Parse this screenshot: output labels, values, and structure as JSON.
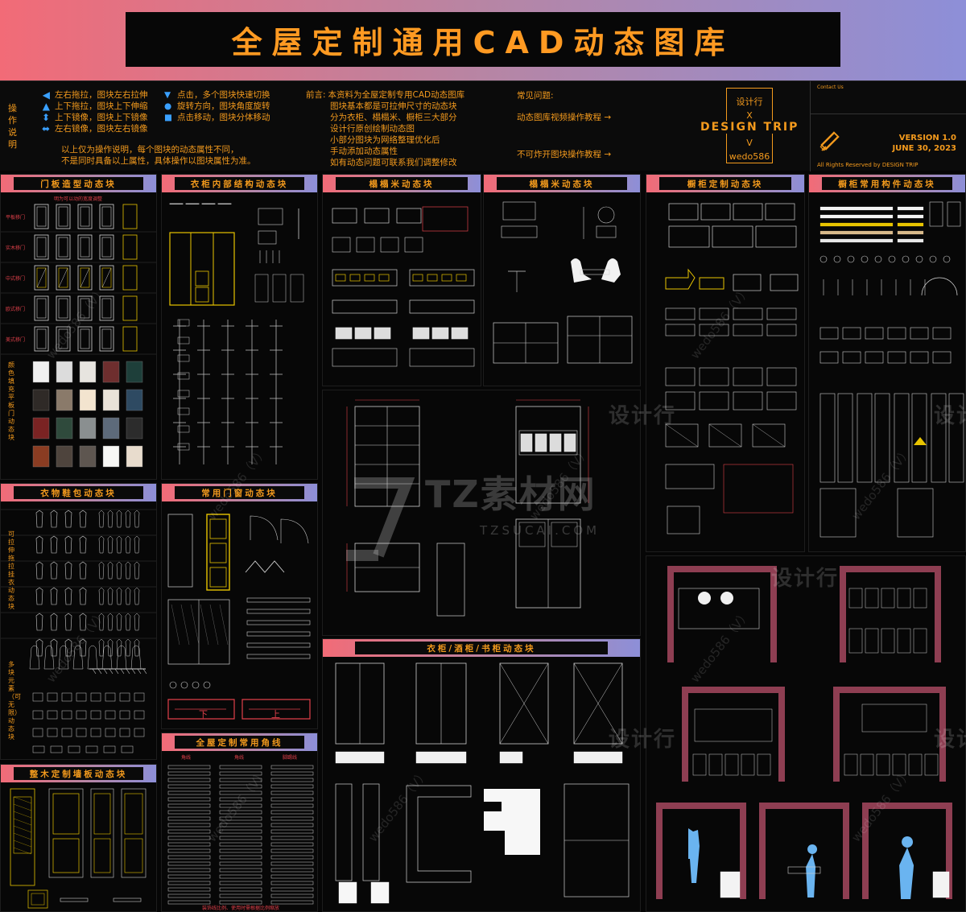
{
  "title": "全屋定制通用CAD动态图库",
  "instructions": {
    "vertical_label": "操作说明",
    "ops_left": [
      {
        "icon": "arrow-left-icon",
        "glyph": "◀",
        "text": "左右拖拉，图块左右拉伸"
      },
      {
        "icon": "arrow-up-icon",
        "glyph": "▲",
        "text": "上下拖拉，图块上下伸缩"
      },
      {
        "icon": "arrow-updown-icon",
        "glyph": "⬍",
        "text": "上下镜像，图块上下镜像"
      },
      {
        "icon": "arrow-leftright-icon",
        "glyph": "⬌",
        "text": "左右镜像，图块左右镜像"
      }
    ],
    "ops_right": [
      {
        "icon": "triangle-down-icon",
        "glyph": "▼",
        "text": "点击，多个图块快速切换"
      },
      {
        "icon": "circle-icon",
        "glyph": "●",
        "text": "旋转方向，图块角度旋转"
      },
      {
        "icon": "square-icon",
        "glyph": "■",
        "text": "点击移动，图块分体移动"
      }
    ],
    "note_line1": "以上仅为操作说明，每个图块的动态属性不同，",
    "note_line2": "不是同时具备以上属性，具体操作以图块属性为准。"
  },
  "preface": {
    "label": "前言:",
    "lines": [
      "本资料为全屋定制专用CAD动态图库",
      "图块基本都是可拉伸尺寸的动态块",
      "分为衣柜、榻榻米、橱柜三大部分",
      "设计行原创绘制动态图",
      "小部分图块为网络整理优化后",
      "手动添加动态属性",
      "如有动态问题可联系我们调整修改"
    ]
  },
  "faq": {
    "label": "常见问题:",
    "link1": "动态图库视频操作教程 →",
    "link2": "不可炸开图块操作教程 →"
  },
  "brand": {
    "line1": "设计行",
    "x": "X",
    "main": "DESIGN  TRIP",
    "v": "V",
    "id": "wedo586"
  },
  "contact": {
    "label": "Contact Us",
    "version": "VERSION 1.0",
    "date": "JUNE 30, 2023",
    "rights": "All Rights Reserved by DESIGN TRIP"
  },
  "panels": {
    "door_panel": "门板造型动态块",
    "door_panel_caption": "明为可以动的宽度调整",
    "door_labels": [
      "平板移门",
      "实木移门",
      "中式移门",
      "欧式移门",
      "美式移门"
    ],
    "door_color_label": "颜色填充平板门动态块",
    "wardrobe_inner": "衣柜内部结构动态块",
    "tatami1": "榻榻米动态块",
    "tatami2": "榻榻米动态块",
    "kitchen": "橱柜定制动态块",
    "kitchen_parts": "橱柜常用构件动态块",
    "clothes": "衣物鞋包动态块",
    "clothes_label1": "可拉伸拖拉挂衣动态块",
    "clothes_label2": "多块元素（可无限）动态块",
    "doors_windows": "常用门窗动态块",
    "door_down": "下",
    "door_up": "上",
    "corner_lines": "全屋定制常用角线",
    "corner_cols": [
      "角线",
      "角线",
      "脚踢线"
    ],
    "corner_footer": "装饰线比例、使用时需根据比例缩放",
    "wood_wall": "整木定制墙板动态块",
    "wardrobe_wine": "衣柜/酒柜/书柜动态块"
  },
  "watermarks": {
    "cn": "设计行",
    "site": "TZSUCAI.COM",
    "brand_big": "TZ素材网",
    "user": "wedo586（V）"
  },
  "colors": {
    "orange": "#f39a1d",
    "yellow": "#e8c400",
    "gradient_left": "#f26b77",
    "gradient_right": "#8d8fd8",
    "accent_blue": "#3aa0ff",
    "red": "#e0404a",
    "wall": "#8e3e52",
    "figure": "#6ab4f0"
  }
}
